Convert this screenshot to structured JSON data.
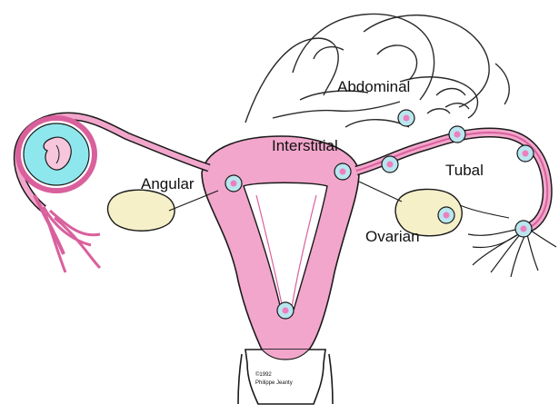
{
  "labels": {
    "abdominal": "Abdominal",
    "interstitial": "Interstitial",
    "angular": "Angular",
    "tubal": "Tubal",
    "ovarian": "Ovarian"
  },
  "credit": {
    "line1": "©1992",
    "line2": "Philippe Jeanty"
  },
  "colors": {
    "uterus": "#f2a6cb",
    "uterus_dark": "#d9609d",
    "outline": "#1a1a1a",
    "gestation_sac": "#8fe7ee",
    "ovary": "#f5f0c8",
    "ectopic_site": "#b9e6ef",
    "ectopic_center": "#ee7fbf"
  }
}
